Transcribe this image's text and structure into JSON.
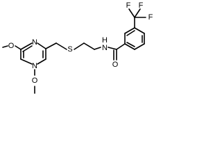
{
  "structure": {
    "atoms": [
      {
        "id": "O1",
        "text": "O"
      },
      {
        "id": "N1",
        "text": "N"
      },
      {
        "id": "N2",
        "text": "N"
      },
      {
        "id": "O2",
        "text": "O"
      },
      {
        "id": "S1",
        "text": "S"
      },
      {
        "id": "NH",
        "text": "N"
      },
      {
        "id": "H",
        "text": "H"
      },
      {
        "id": "O3",
        "text": "O"
      },
      {
        "id": "F1",
        "text": "F"
      },
      {
        "id": "F2",
        "text": "F"
      },
      {
        "id": "F3",
        "text": "F"
      }
    ]
  }
}
